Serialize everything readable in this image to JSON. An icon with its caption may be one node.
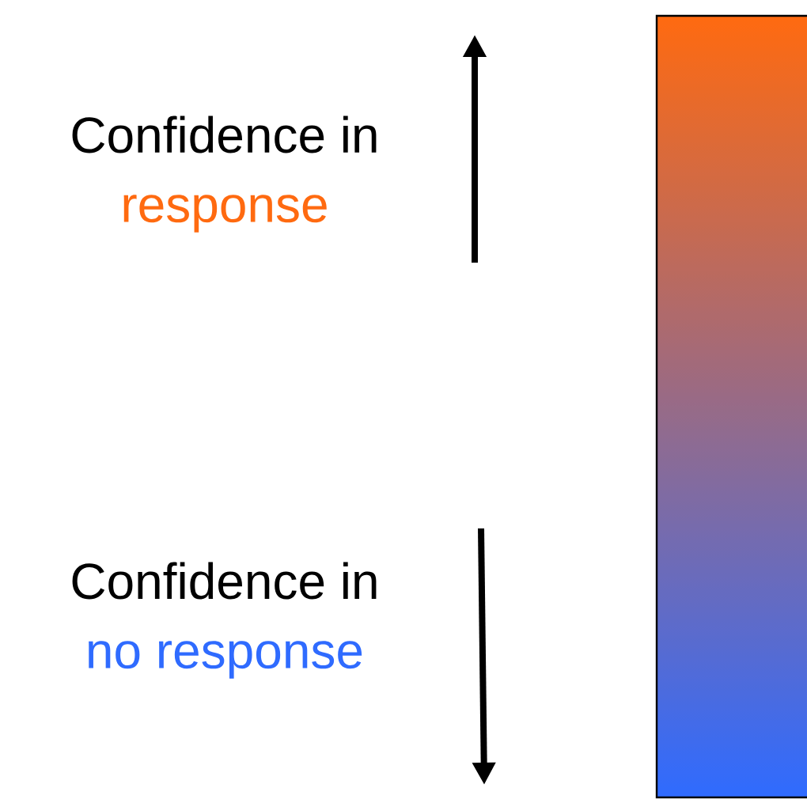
{
  "diagram": {
    "nodes": [
      {
        "text": [],
        "shape": "bar"
      }
    ],
    "labels": [
      "Confidence in",
      "response",
      "Confidence in",
      "no response"
    ]
  }
}
